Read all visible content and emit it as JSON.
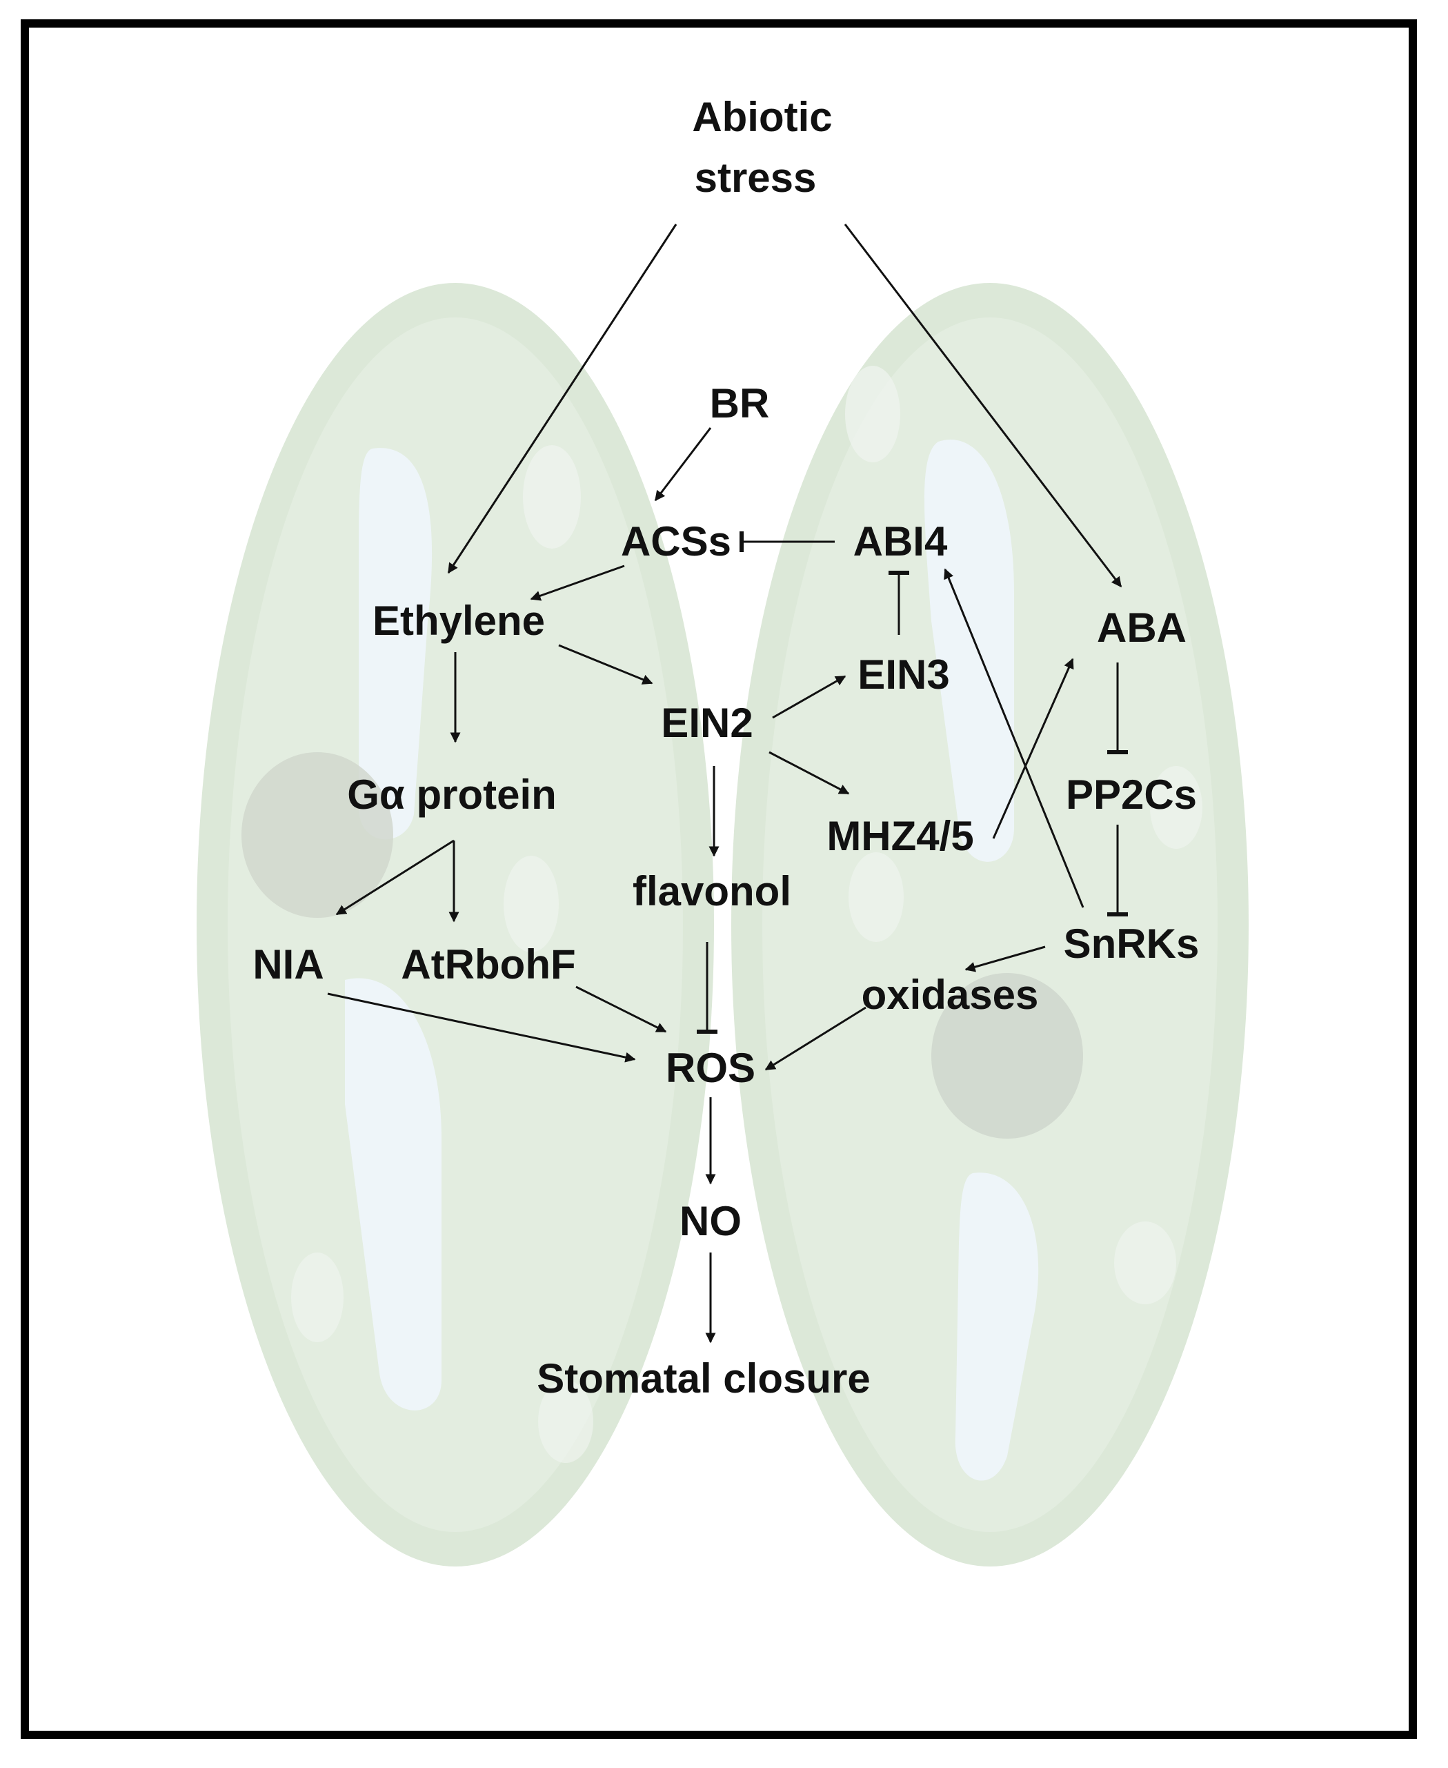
{
  "nodes": {
    "abiotic_stress_line1": "Abiotic",
    "abiotic_stress_line2": "stress",
    "br": "BR",
    "acss": "ACSs",
    "abi4": "ABI4",
    "ethylene": "Ethylene",
    "aba": "ABA",
    "ein3": "EIN3",
    "ein2": "EIN2",
    "galpha_protein": "Gα protein",
    "pp2cs": "PP2Cs",
    "mhz45": "MHZ4/5",
    "flavonol": "flavonol",
    "nia": "NIA",
    "atrbohf": "AtRbohF",
    "snrks": "SnRKs",
    "oxidases": "oxidases",
    "ros": "ROS",
    "no": "NO",
    "stomatal_closure": "Stomatal closure"
  },
  "colors": {
    "cell_fill": "#dfeadb",
    "cell_edge": "#cfe0cc",
    "cell_inner": "#e5efe2",
    "vacuole": "#eef5fb",
    "nucleus": "#cfd6cc",
    "arrow": "#111111",
    "frame": "#000000"
  }
}
